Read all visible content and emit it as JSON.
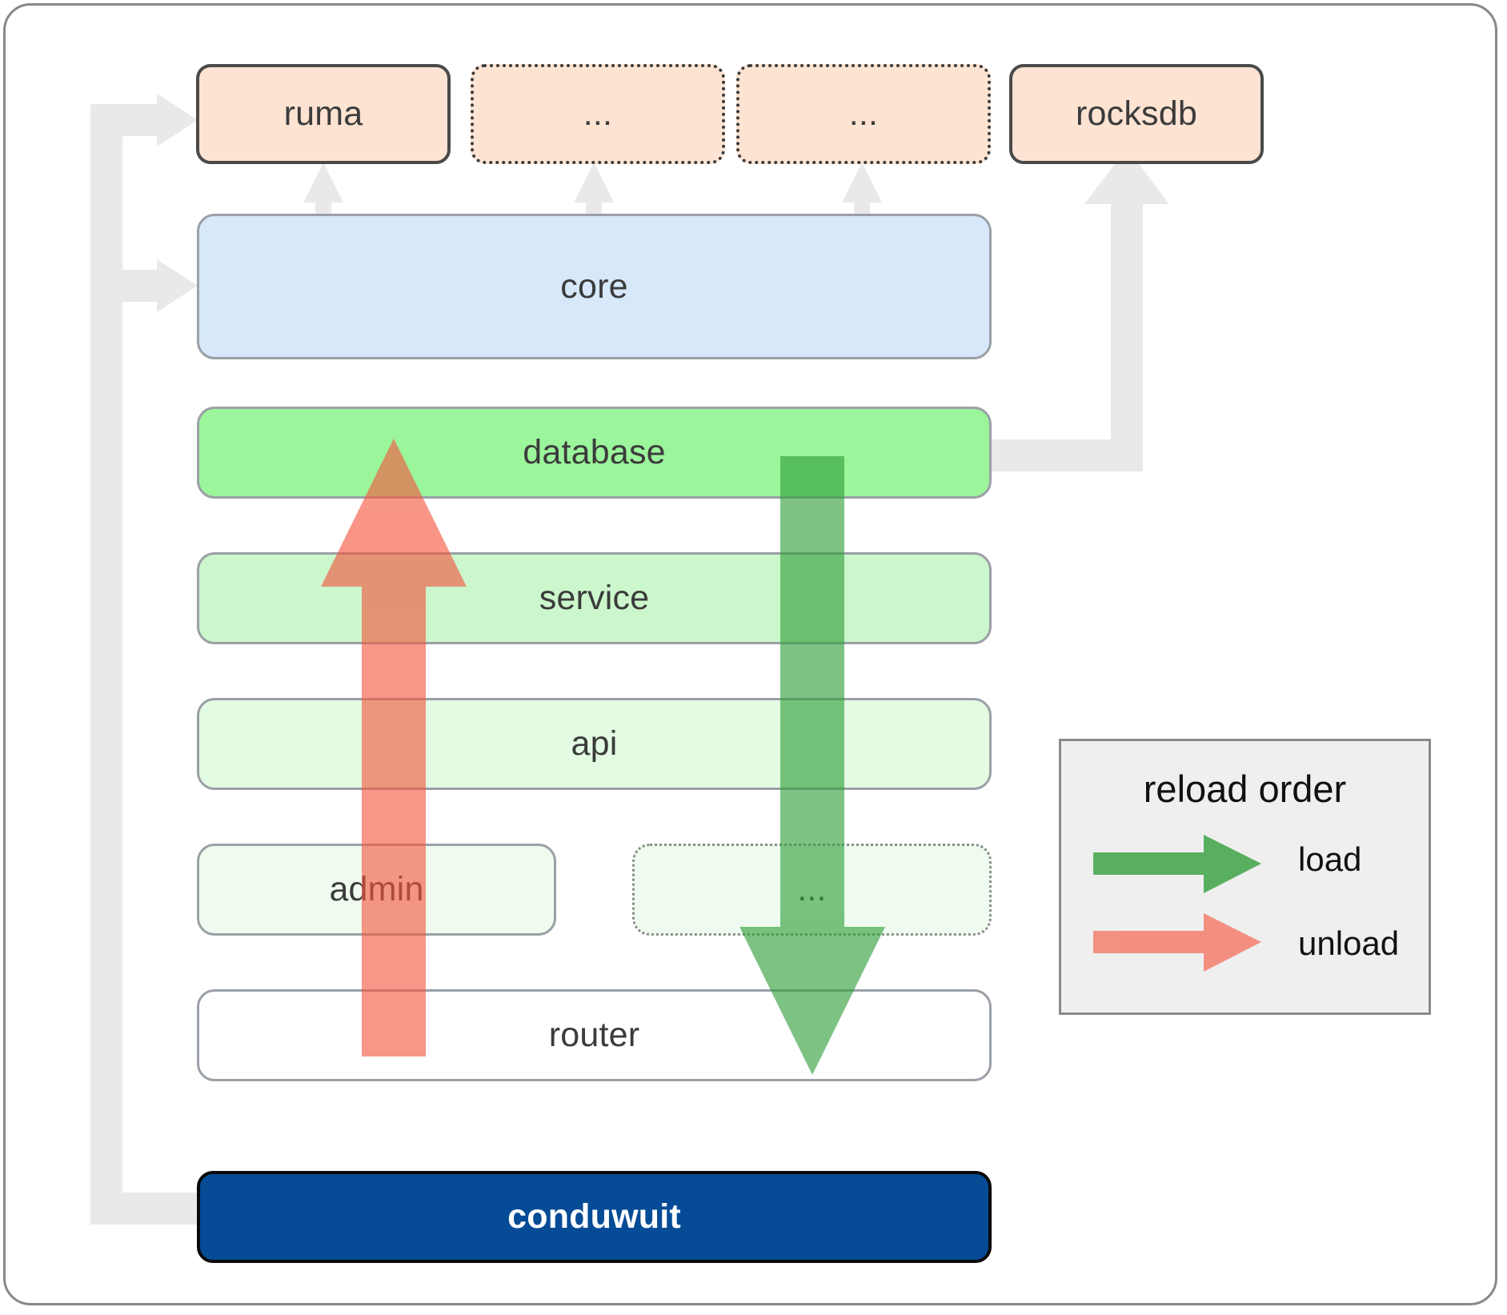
{
  "diagram": {
    "title": "conduwuit crate / reload order architecture",
    "dependencies": [
      {
        "id": "ruma",
        "label": "ruma",
        "style": "solid"
      },
      {
        "id": "dep2",
        "label": "...",
        "style": "dotted"
      },
      {
        "id": "dep3",
        "label": "...",
        "style": "dotted"
      },
      {
        "id": "rocksdb",
        "label": "rocksdb",
        "style": "solid"
      }
    ],
    "core": {
      "id": "core",
      "label": "core"
    },
    "layers": [
      {
        "id": "database",
        "label": "database",
        "style": "solid"
      },
      {
        "id": "service",
        "label": "service",
        "style": "solid"
      },
      {
        "id": "api",
        "label": "api",
        "style": "solid"
      },
      {
        "id": "admin",
        "label": "admin",
        "style": "solid"
      },
      {
        "id": "moredots",
        "label": "...",
        "style": "dotted"
      },
      {
        "id": "router",
        "label": "router",
        "style": "solid"
      }
    ],
    "binary": {
      "id": "conduwuit",
      "label": "conduwuit"
    },
    "legend": {
      "title": "reload order",
      "items": [
        {
          "id": "load",
          "label": "load",
          "color": "#4faa53"
        },
        {
          "id": "unload",
          "label": "unload",
          "color": "#f98080"
        }
      ]
    },
    "colors": {
      "dependency_fill": "#fde3d2",
      "core_fill": "#d7e8fb",
      "database_fill": "#9bf59b",
      "service_fill": "#ccf7cc",
      "api_fill": "#e3fbe3",
      "admin_fill": "#eefbee",
      "router_fill": "#ffffff",
      "binary_fill": "#054b96",
      "binary_text": "#ffffff",
      "connector": "#e8e8e8",
      "load_arrow": "#4faa53",
      "unload_arrow": "#f98080",
      "legend_bg": "#efefef",
      "text": "#3b3b3b"
    }
  }
}
